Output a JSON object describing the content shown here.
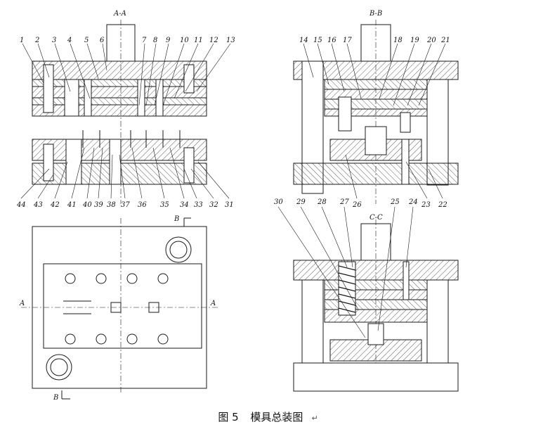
{
  "figure": {
    "caption_label": "图 5",
    "caption_text": "模具总装图",
    "return_mark": "↵"
  },
  "views": {
    "aa": {
      "title": "A-A"
    },
    "bb": {
      "title": "B-B"
    },
    "cc": {
      "title": "C-C"
    },
    "plan": {
      "section_a_left": "A",
      "section_a_right": "A",
      "section_b_top": "B",
      "section_b_bottom": "B"
    }
  },
  "part_numbers": {
    "aa_top": [
      "1",
      "2",
      "3",
      "4",
      "5",
      "6",
      "7",
      "8",
      "9",
      "10",
      "11",
      "12",
      "13"
    ],
    "aa_bottom": [
      "44",
      "43",
      "42",
      "41",
      "40",
      "39",
      "38",
      "37",
      "36",
      "35",
      "34",
      "33",
      "32",
      "31"
    ],
    "bb_top": [
      "14",
      "15",
      "16",
      "17",
      "18",
      "19",
      "20",
      "21"
    ],
    "bb_bottom": [
      "26",
      "23",
      "22"
    ],
    "cc_top": [
      "30",
      "29",
      "28",
      "27",
      "25",
      "24"
    ]
  },
  "colors": {
    "line": "#1a1a1a",
    "hatch": "#333333",
    "background": "#ffffff"
  }
}
